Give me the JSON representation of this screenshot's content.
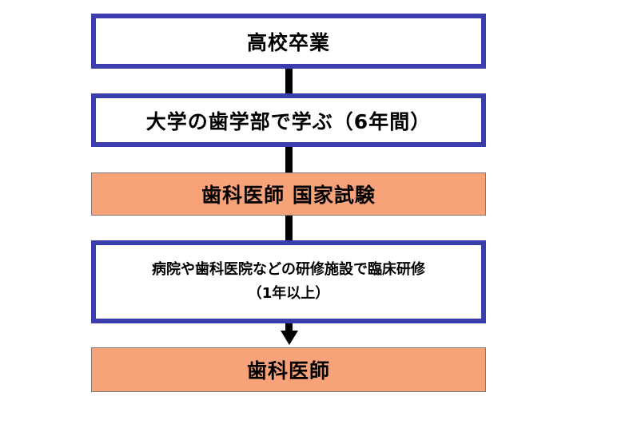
{
  "steps": [
    {
      "label": "高校卒業"
    },
    {
      "label": "大学の歯学部で学ぶ（6年間）"
    },
    {
      "label": "歯科医師 国家試験"
    },
    {
      "line1": "病院や歯科医院などの研修施設で臨床研修",
      "line2": "（1年以上）"
    },
    {
      "label": "歯科医師"
    }
  ],
  "colors": {
    "outline": "#3a3dab",
    "fill": "#f8a27a",
    "connector": "#000000"
  }
}
